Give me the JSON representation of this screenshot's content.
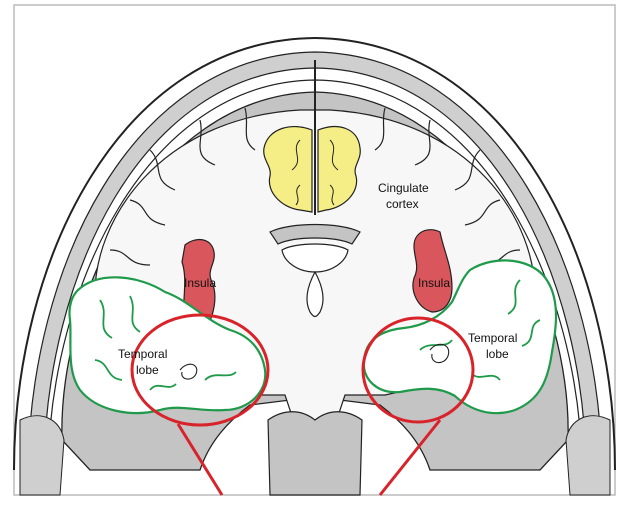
{
  "labels": {
    "cingulate_line1": "Cingulate",
    "cingulate_line2": "cortex",
    "insula_left": "Insula",
    "insula_right": "Insula",
    "temporal_left_line1": "Temporal",
    "temporal_left_line2": "lobe",
    "temporal_right_line1": "Temporal",
    "temporal_right_line2": "lobe"
  },
  "colors": {
    "cingulate": "#f5ee86",
    "insula": "#d9575c",
    "temporal_outline": "#1f9a4a",
    "highlight_circle": "#d8232a",
    "grey_matter": "#c4c4c4",
    "skull": "#cfcfcf",
    "outline": "#222222"
  }
}
